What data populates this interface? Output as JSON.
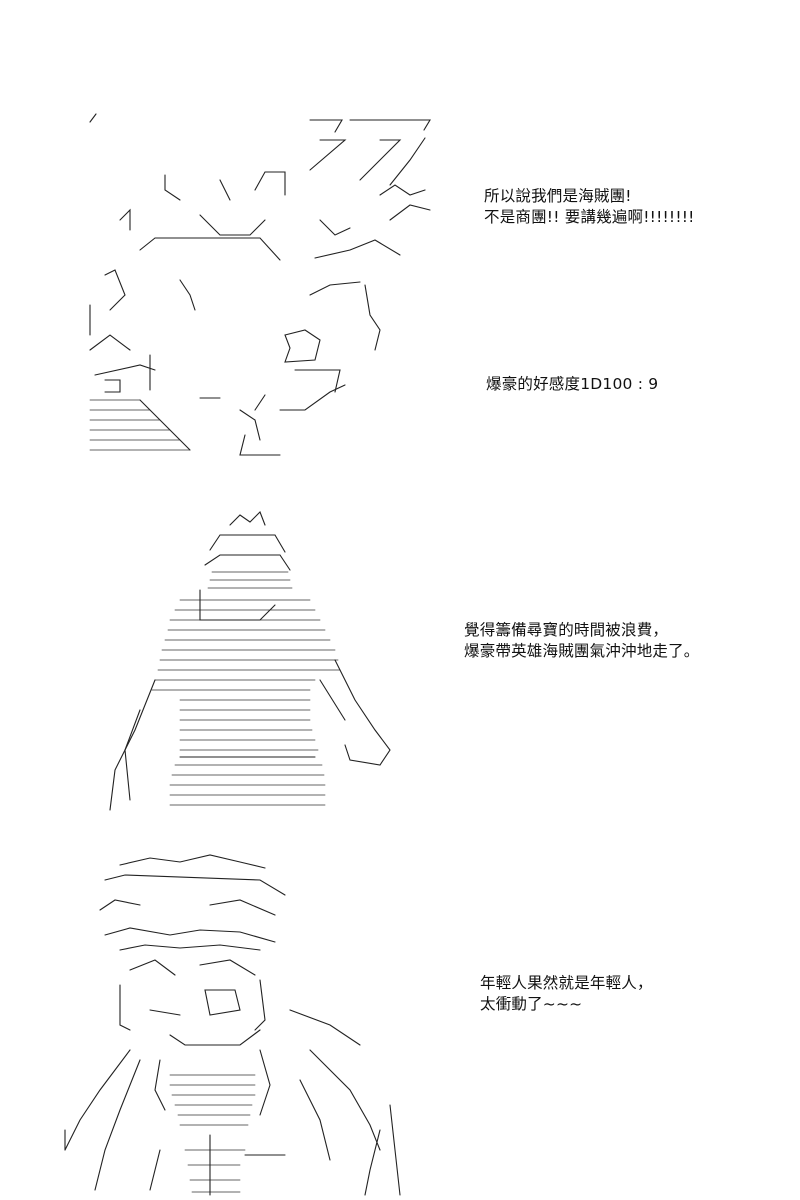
{
  "panels": [
    {
      "lines": [
        "所以說我們是海賊團!",
        "不是商團!! 要講幾遍啊!!!!!!!!"
      ],
      "caption": "爆豪的好感度1D100 : 9"
    },
    {
      "lines": [
        "覺得籌備尋寶的時間被浪費，",
        "爆豪帶英雄海賊團氣沖沖地走了。"
      ]
    },
    {
      "lines": [
        "年輕人果然就是年輕人，",
        "太衝動了~~~"
      ]
    }
  ]
}
